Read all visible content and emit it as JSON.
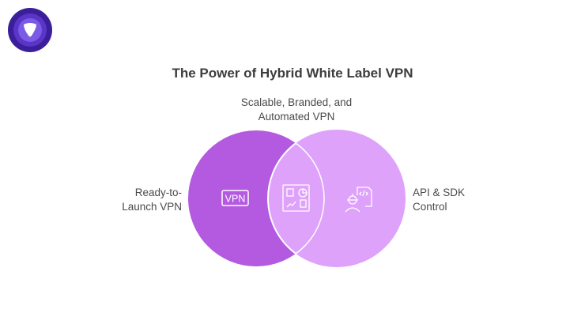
{
  "title": "The Power of Hybrid White Label VPN",
  "sets": [
    {
      "label": "Ready-to-Launch VPN",
      "line1": "Ready-to-",
      "line2": "Launch VPN",
      "icon": "vpn-icon",
      "color": "#b35ae0"
    },
    {
      "label": "API & SDK Control",
      "line1": "API & SDK",
      "line2": "Control",
      "icon": "developer-icon",
      "color": "#dea2fb"
    }
  ],
  "intersection": {
    "line1": "Scalable, Branded, and",
    "line2": "Automated VPN",
    "icon": "dashboard-icon"
  },
  "vpn_badge": "VPN",
  "logo": {
    "icon": "logo-icon",
    "colors": [
      "#3b1f9a",
      "#5a35c8",
      "#7b5ae6"
    ]
  }
}
